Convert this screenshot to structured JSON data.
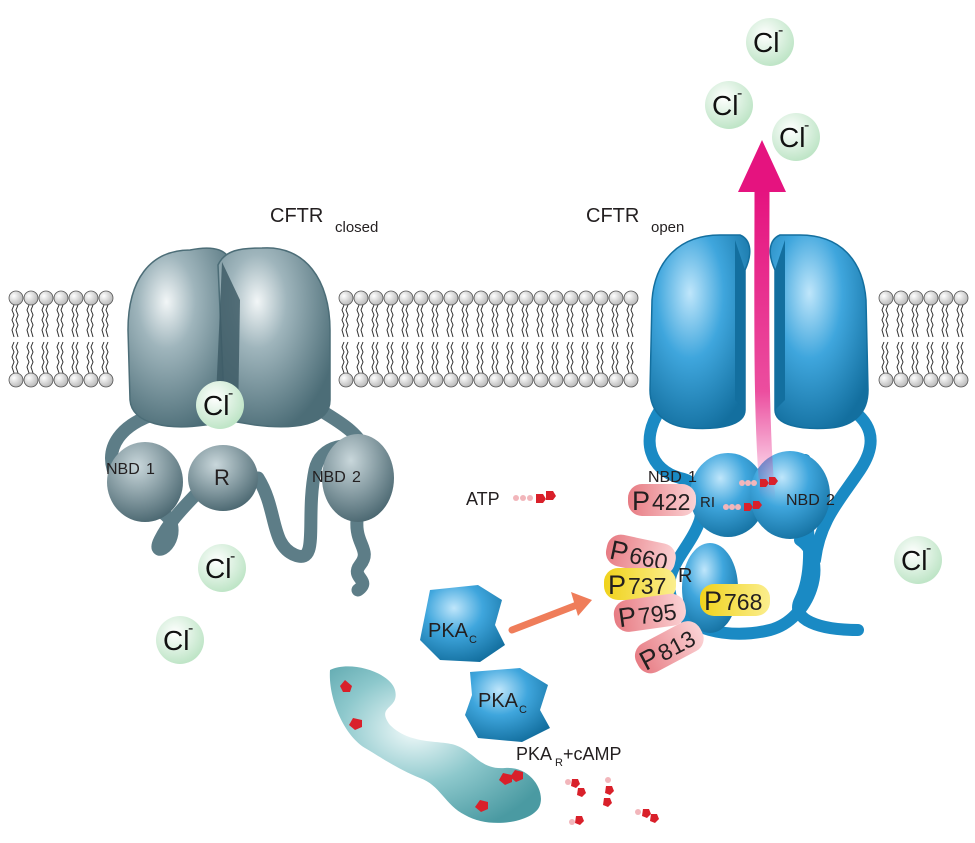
{
  "colors": {
    "closed_protein": "#5d7d87",
    "open_protein": "#1a8ac4",
    "chloride_ball": "#d5efd9",
    "arrow_magenta": "#e5137f",
    "arrow_orange": "#ef7d5a",
    "phospho_pink": "#f2a4a8",
    "phospho_yellow": "#f3de3b",
    "atp_red": "#d9202a",
    "lipid_head": "#d8d8d8",
    "pka_r": "#6fb7bd"
  },
  "labels": {
    "cftr_closed_main": "CFTR",
    "cftr_closed_sub": "closed",
    "cftr_open_main": "CFTR",
    "cftr_open_sub": "open",
    "nbd1": "NBD",
    "nbd1_num": "1",
    "nbd2": "NBD",
    "nbd2_num": "2",
    "r": "R",
    "ri": "RI",
    "atp": "ATP",
    "pka_c_main": "PKA",
    "pka_c_sub": "C",
    "pka_r_main": "PKA",
    "pka_r_sub": "R",
    "pka_r_suffix": "+cAMP"
  },
  "chloride": {
    "symbol": "Cl",
    "charge": "-"
  },
  "phospho_sites": [
    {
      "p": "P",
      "num": "422",
      "color": "pink"
    },
    {
      "p": "P",
      "num": "660",
      "color": "pink"
    },
    {
      "p": "P",
      "num": "737",
      "color": "yellow"
    },
    {
      "p": "P",
      "num": "768",
      "color": "yellow"
    },
    {
      "p": "P",
      "num": "795",
      "color": "pink"
    },
    {
      "p": "P",
      "num": "813",
      "color": "pink"
    }
  ]
}
